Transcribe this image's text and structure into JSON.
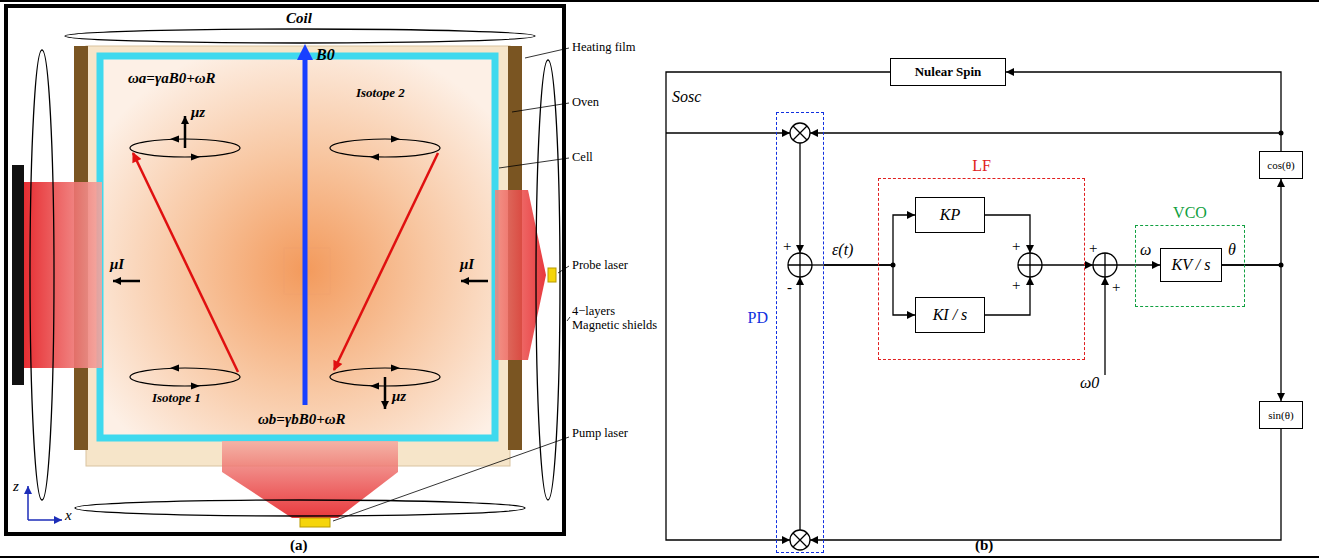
{
  "diagram": {
    "nodes": [
      {
        "text": [
          "Nulear Spin"
        ]
      },
      {
        "text": [
          "PD"
        ]
      },
      {
        "text": [
          "LF"
        ]
      },
      {
        "text": [
          "KP"
        ],
        "in": 2
      },
      {
        "text": [
          "KI / s"
        ],
        "in": 2
      },
      {
        "text": [
          "VCO"
        ]
      },
      {
        "text": [
          "KV / s"
        ],
        "in": 5
      },
      {
        "text": [
          "cos(θ)"
        ]
      },
      {
        "text": [
          "sin(θ)"
        ]
      }
    ],
    "edges": [
      {
        "from": 6,
        "to": 7,
        "arrow": "to"
      },
      {
        "from": 6,
        "to": 8,
        "arrow": "to"
      },
      {
        "from": 7,
        "to": 0,
        "arrow": "to"
      },
      {
        "from": 1,
        "to": 3,
        "arrow": "to"
      },
      {
        "from": 1,
        "to": 4,
        "arrow": "to"
      }
    ],
    "labels": [
      "Coil",
      "B0",
      "ωa=γaB0+ωR",
      "Isotope 2",
      "μz",
      "μI",
      "μI",
      "Isotope 1",
      "μz",
      "ωb=γbB0+ωR",
      "z",
      "x",
      "(a)",
      "Heating film",
      "Oven",
      "Cell",
      "Probe laser",
      "4−layers Magnetic shields",
      "Pump laser",
      "Sosc",
      "+",
      "-",
      "ε(t)",
      "+",
      "+",
      "+",
      "+",
      "ω",
      "θ",
      "ω0",
      "(b)"
    ]
  }
}
